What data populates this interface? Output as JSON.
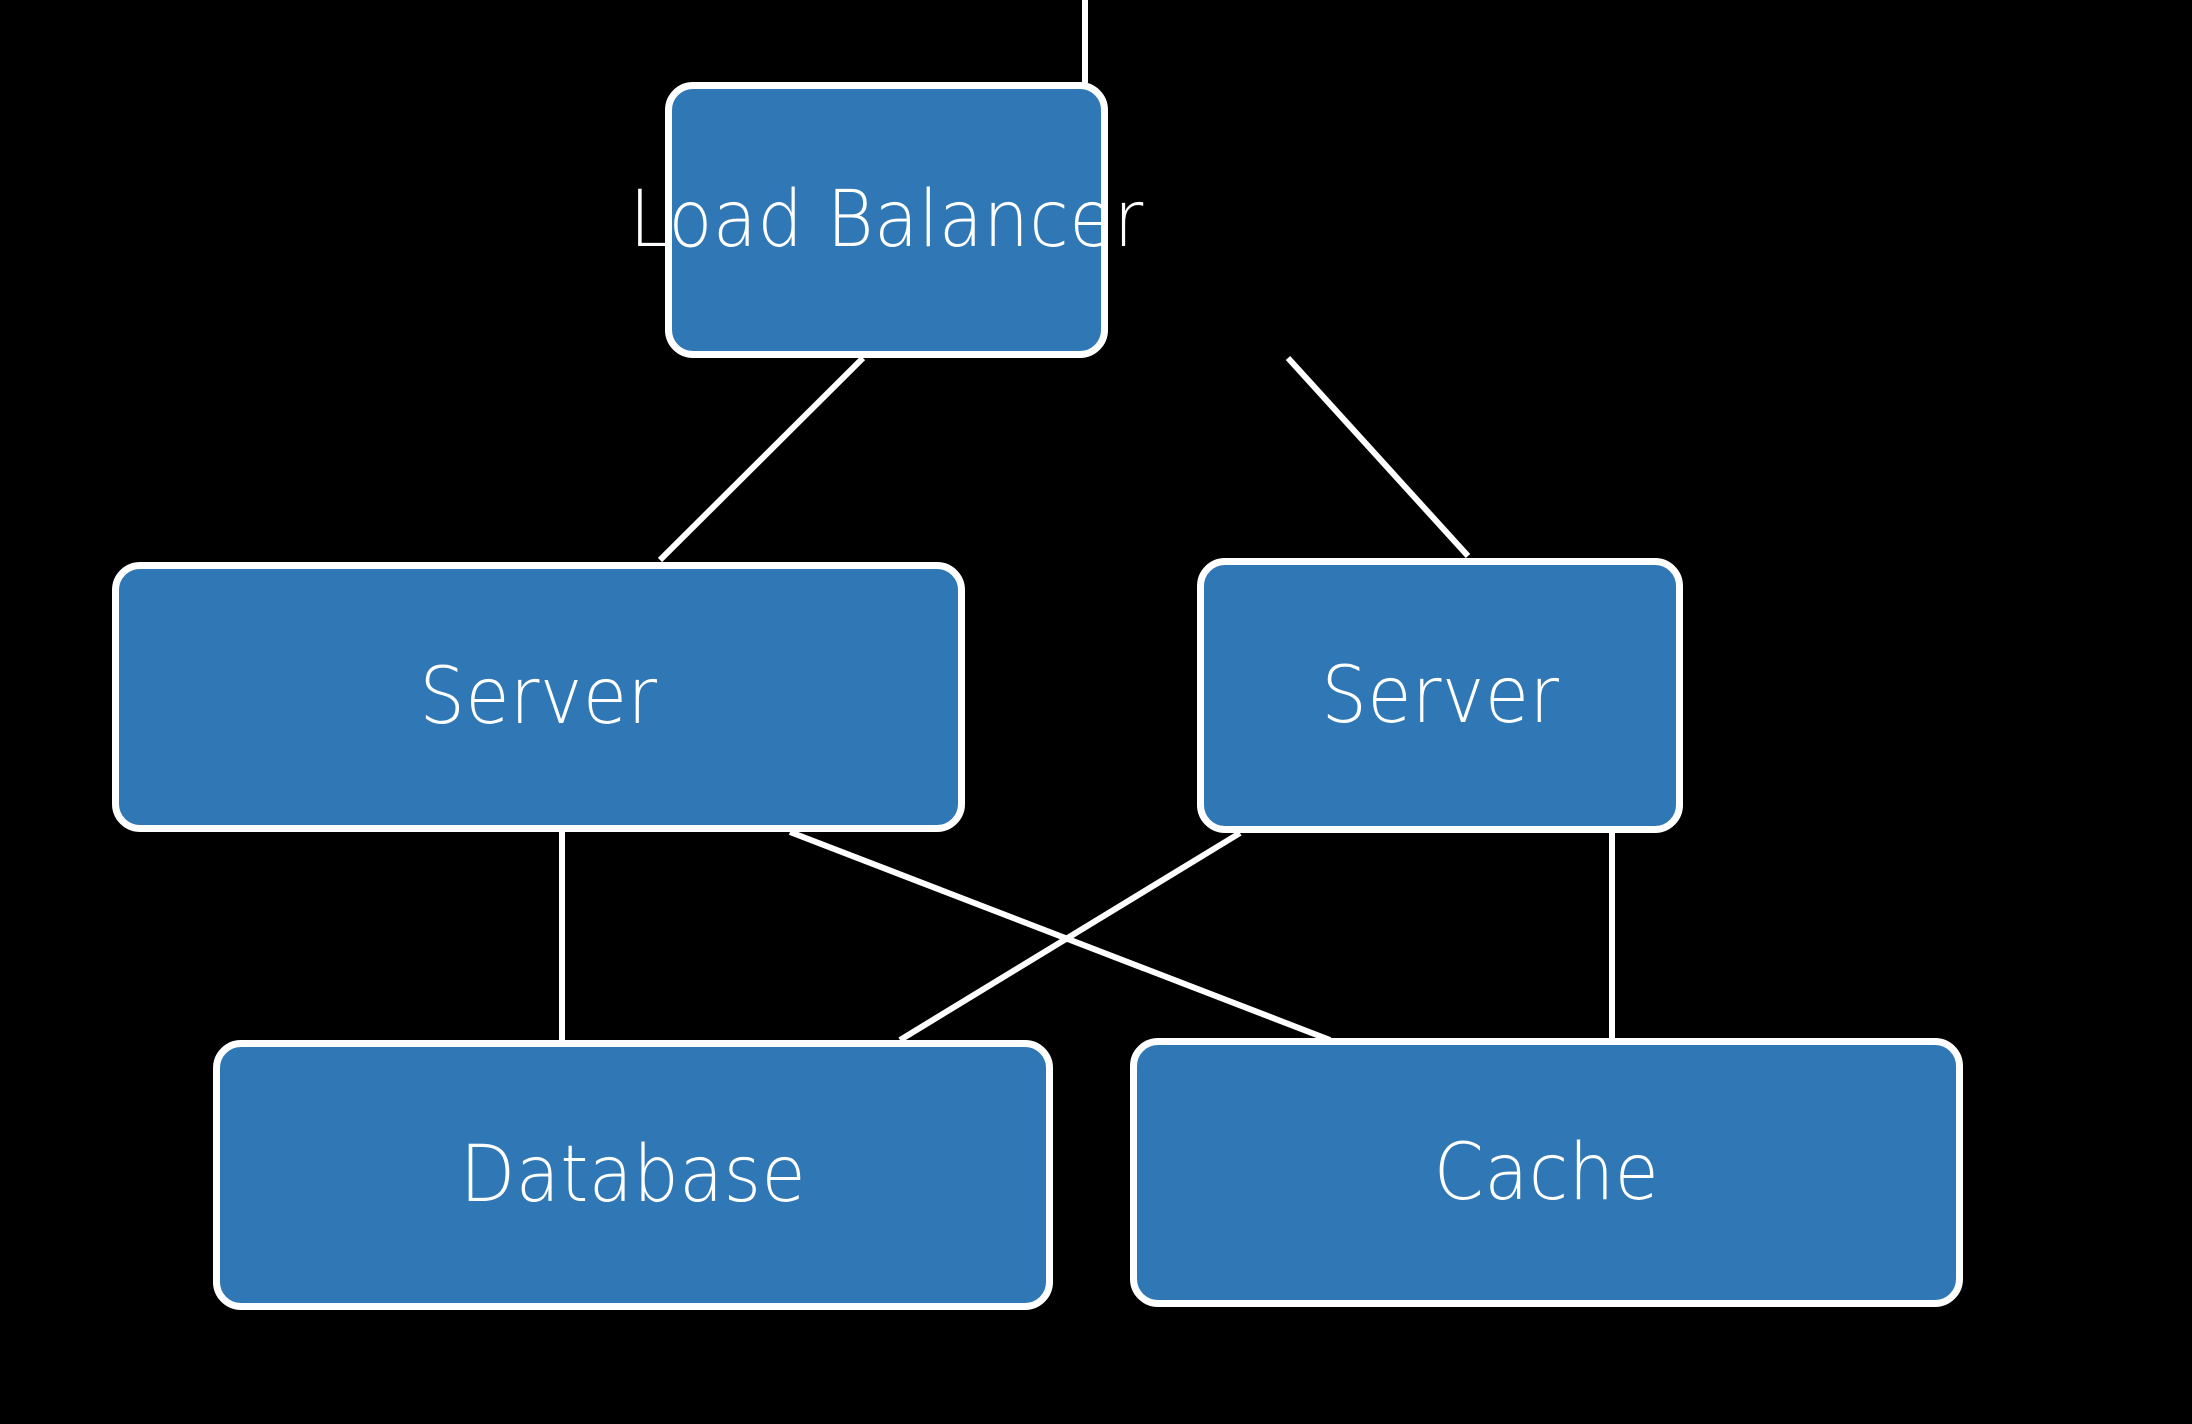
{
  "diagram": {
    "type": "node-link-architecture-diagram",
    "background_color": "#000000",
    "node_fill_color": "#3077b5",
    "node_border_color": "#ffffff",
    "edge_color": "#ffffff",
    "label_color": "#ffffff",
    "nodes": [
      {
        "id": "load-balancer",
        "label": "Load Balancer",
        "tier": "entry"
      },
      {
        "id": "server-left",
        "label": "Server",
        "tier": "application"
      },
      {
        "id": "server-right",
        "label": "Server",
        "tier": "application"
      },
      {
        "id": "database",
        "label": "Database",
        "tier": "data"
      },
      {
        "id": "cache",
        "label": "Cache",
        "tier": "data"
      }
    ],
    "edges": [
      {
        "from": "external-inbound",
        "to": "load-balancer"
      },
      {
        "from": "load-balancer",
        "to": "server-left"
      },
      {
        "from": "load-balancer",
        "to": "server-right"
      },
      {
        "from": "server-left",
        "to": "database"
      },
      {
        "from": "server-left",
        "to": "cache"
      },
      {
        "from": "server-right",
        "to": "database"
      },
      {
        "from": "server-right",
        "to": "cache"
      }
    ]
  }
}
